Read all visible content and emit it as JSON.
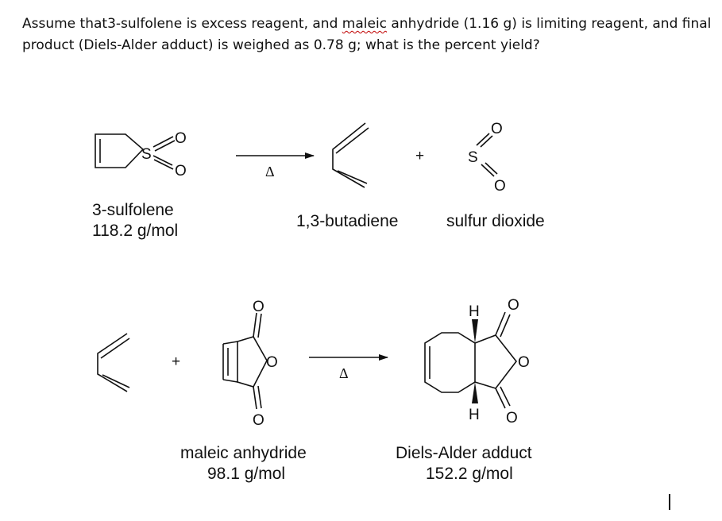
{
  "question": {
    "part1": "Assume that3-sulfolene is excess reagent, and ",
    "part2": "maleic",
    "part3": " anhydride (1.16 g) is limiting reagent, and final product (Diels-Alder adduct) is weighed as 0.78 g; what is the percent yield?"
  },
  "reaction1": {
    "delta": "Δ",
    "plus": "+",
    "reactant_name": "3-sulfolene",
    "reactant_mw": "118.2 g/mol",
    "product1_name": "1,3-butadiene",
    "product2_name": "sulfur dioxide"
  },
  "reaction2": {
    "delta": "Δ",
    "plus": "+",
    "reactant_name": "maleic anhydride",
    "reactant_mw": "98.1 g/mol",
    "product_name": "Diels-Alder adduct",
    "product_mw": "152.2 g/mol"
  },
  "atoms": {
    "S": "S",
    "O": "O",
    "H": "H"
  }
}
